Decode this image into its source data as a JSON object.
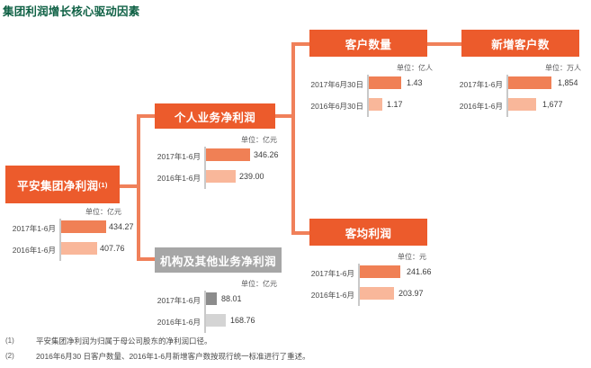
{
  "title": "集团利润增长核心驱动因素",
  "colors": {
    "title": "#0f6145",
    "node_orange": "#ec5b2c",
    "node_grey": "#a6a6a6",
    "connector": "#f0805a",
    "bar_current": "#f08055",
    "bar_prior": "#f9b79a",
    "bar_grey_current": "#8c8c8c",
    "bar_grey_prior": "#d4d4d4",
    "axis": "#c9c9c9"
  },
  "nodes": {
    "group_profit": {
      "label": "平安集团净利润",
      "superscript": "(1)",
      "style": "orange",
      "unit": "单位：亿元",
      "rows": [
        {
          "label": "2017年1-6月",
          "value": "434.27",
          "series": "current"
        },
        {
          "label": "2016年1-6月",
          "value": "407.76",
          "series": "prior"
        }
      ]
    },
    "personal_profit": {
      "label": "个人业务净利润",
      "style": "orange",
      "unit": "单位：亿元",
      "rows": [
        {
          "label": "2017年1-6月",
          "value": "346.26",
          "series": "current"
        },
        {
          "label": "2016年1-6月",
          "value": "239.00",
          "series": "prior"
        }
      ]
    },
    "institutional_profit": {
      "label": "机构及其他业务净利润",
      "style": "grey",
      "unit": "单位：亿元",
      "rows": [
        {
          "label": "2017年1-6月",
          "value": "88.01",
          "series": "current"
        },
        {
          "label": "2016年1-6月",
          "value": "168.76",
          "series": "prior"
        }
      ]
    },
    "customer_count": {
      "label": "客户数量",
      "style": "orange",
      "unit": "单位：亿人",
      "rows": [
        {
          "label": "2017年6月30日",
          "value": "1.43",
          "series": "current"
        },
        {
          "label": "2016年6月30日",
          "value": "1.17",
          "series": "prior"
        }
      ]
    },
    "new_customers": {
      "label": "新增客户数",
      "style": "orange",
      "unit": "单位：万人",
      "rows": [
        {
          "label": "2017年1-6月",
          "value": "1,854",
          "series": "current"
        },
        {
          "label": "2016年1-6月",
          "value": "1,677",
          "series": "prior"
        }
      ]
    },
    "profit_per_customer": {
      "label": "客均利润",
      "style": "orange",
      "unit": "单位：元",
      "rows": [
        {
          "label": "2017年1-6月",
          "value": "241.66",
          "series": "current"
        },
        {
          "label": "2016年1-6月",
          "value": "203.97",
          "series": "prior"
        }
      ]
    }
  },
  "footnotes": [
    {
      "num": "(1)",
      "text": "平安集团净利润为归属于母公司股东的净利润口径。"
    },
    {
      "num": "(2)",
      "text": "2016年6月30 日客户数量、2016年1-6月新增客户数按现行统一标准进行了重述。"
    }
  ],
  "chart_data": {
    "type": "bar",
    "title": "集团利润增长核心驱动因素",
    "charts": [
      {
        "name": "平安集团净利润",
        "unit": "亿元",
        "categories": [
          "2017年1-6月",
          "2016年1-6月"
        ],
        "values": [
          434.27,
          407.76
        ]
      },
      {
        "name": "个人业务净利润",
        "unit": "亿元",
        "categories": [
          "2017年1-6月",
          "2016年1-6月"
        ],
        "values": [
          346.26,
          239.0
        ]
      },
      {
        "name": "机构及其他业务净利润",
        "unit": "亿元",
        "categories": [
          "2017年1-6月",
          "2016年1-6月"
        ],
        "values": [
          88.01,
          168.76
        ]
      },
      {
        "name": "客户数量",
        "unit": "亿人",
        "categories": [
          "2017年6月30日",
          "2016年6月30日"
        ],
        "values": [
          1.43,
          1.17
        ]
      },
      {
        "name": "新增客户数",
        "unit": "万人",
        "categories": [
          "2017年1-6月",
          "2016年1-6月"
        ],
        "values": [
          1854,
          1677
        ]
      },
      {
        "name": "客均利润",
        "unit": "元",
        "categories": [
          "2017年1-6月",
          "2016年1-6月"
        ],
        "values": [
          241.66,
          203.97
        ]
      }
    ]
  }
}
